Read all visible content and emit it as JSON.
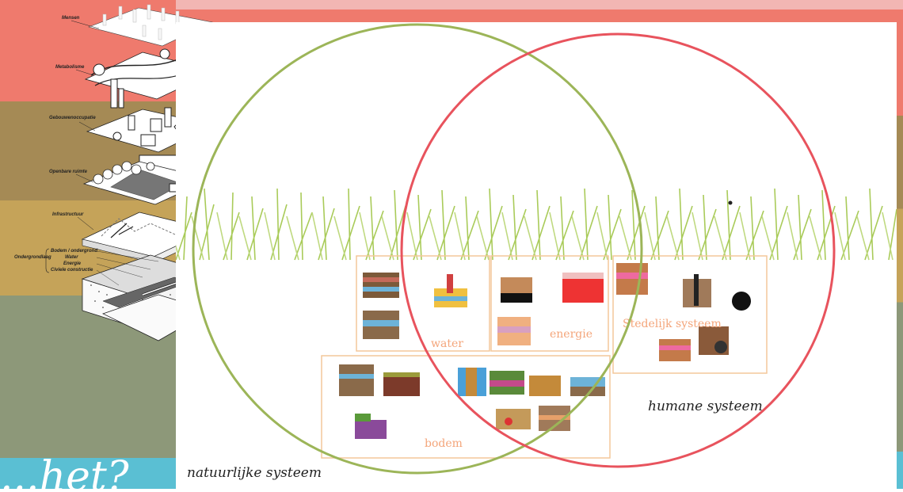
{
  "left_panel": {
    "layers": [
      "Mensen",
      "Metabolisme",
      "Gebouwenoccupatie",
      "Openbare ruimte",
      "Infrastructuur"
    ],
    "ondergrondlaag": "Ondergrondlaag",
    "sublayers": [
      "Bodem / ondergrond",
      "Water",
      "Energie",
      "Civiele constructie"
    ],
    "question": "...het?"
  },
  "diagram": {
    "boxes": {
      "water": "water",
      "energie": "energie",
      "stedelijk": "Stedelijk systeem",
      "bodem": "bodem"
    },
    "natuurlijk_label": "natuurlijke systeem",
    "humaan_label": "humane systeem"
  },
  "colors": {
    "natural_circle": "#9cb558",
    "human_circle": "#e8535d",
    "box_border": "#f4c79a",
    "grass": "#9bc23d"
  }
}
